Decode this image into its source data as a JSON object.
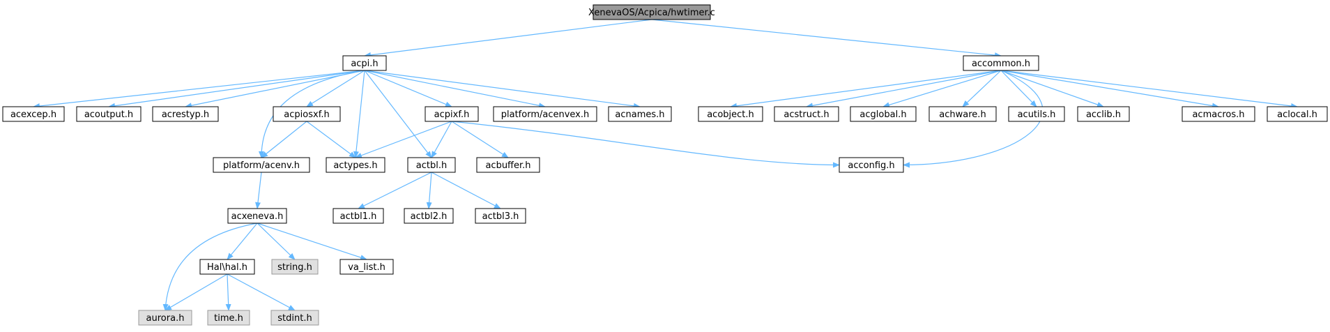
{
  "diagram": {
    "colors": {
      "edge": "#63b8ff",
      "root_fill": "#999999",
      "system_fill": "#e0e0e0",
      "node_fill": "#ffffff",
      "border_dark": "#000000",
      "border_system": "#999999"
    },
    "nodes": [
      {
        "id": "root",
        "label": "XenevaOS/Acpica/hwtimer.c",
        "kind": "root"
      },
      {
        "id": "acpi",
        "label": "acpi.h",
        "kind": "normal"
      },
      {
        "id": "accommon",
        "label": "accommon.h",
        "kind": "normal"
      },
      {
        "id": "acexcep",
        "label": "acexcep.h",
        "kind": "normal"
      },
      {
        "id": "acoutput",
        "label": "acoutput.h",
        "kind": "normal"
      },
      {
        "id": "acrestyp",
        "label": "acrestyp.h",
        "kind": "normal"
      },
      {
        "id": "acpiosxf",
        "label": "acpiosxf.h",
        "kind": "normal"
      },
      {
        "id": "acpixf",
        "label": "acpixf.h",
        "kind": "normal"
      },
      {
        "id": "platform_acenvex",
        "label": "platform/acenvex.h",
        "kind": "normal"
      },
      {
        "id": "acnames",
        "label": "acnames.h",
        "kind": "normal"
      },
      {
        "id": "acobject",
        "label": "acobject.h",
        "kind": "normal"
      },
      {
        "id": "acstruct",
        "label": "acstruct.h",
        "kind": "normal"
      },
      {
        "id": "acglobal",
        "label": "acglobal.h",
        "kind": "normal"
      },
      {
        "id": "achware",
        "label": "achware.h",
        "kind": "normal"
      },
      {
        "id": "acutils",
        "label": "acutils.h",
        "kind": "normal"
      },
      {
        "id": "acclib",
        "label": "acclib.h",
        "kind": "normal"
      },
      {
        "id": "acmacros",
        "label": "acmacros.h",
        "kind": "normal"
      },
      {
        "id": "aclocal",
        "label": "aclocal.h",
        "kind": "normal"
      },
      {
        "id": "platform_acenv",
        "label": "platform/acenv.h",
        "kind": "normal"
      },
      {
        "id": "actypes",
        "label": "actypes.h",
        "kind": "normal"
      },
      {
        "id": "actbl",
        "label": "actbl.h",
        "kind": "normal"
      },
      {
        "id": "acbuffer",
        "label": "acbuffer.h",
        "kind": "normal"
      },
      {
        "id": "acconfig",
        "label": "acconfig.h",
        "kind": "normal"
      },
      {
        "id": "acxeneva",
        "label": "acxeneva.h",
        "kind": "normal"
      },
      {
        "id": "actbl1",
        "label": "actbl1.h",
        "kind": "normal"
      },
      {
        "id": "actbl2",
        "label": "actbl2.h",
        "kind": "normal"
      },
      {
        "id": "actbl3",
        "label": "actbl3.h",
        "kind": "normal"
      },
      {
        "id": "hal",
        "label": "Hal\\hal.h",
        "kind": "normal"
      },
      {
        "id": "string",
        "label": "string.h",
        "kind": "system"
      },
      {
        "id": "va_list",
        "label": "va_list.h",
        "kind": "normal"
      },
      {
        "id": "aurora",
        "label": "aurora.h",
        "kind": "system"
      },
      {
        "id": "time",
        "label": "time.h",
        "kind": "system"
      },
      {
        "id": "stdint",
        "label": "stdint.h",
        "kind": "system"
      }
    ],
    "edges": [
      [
        "root",
        "acpi"
      ],
      [
        "root",
        "accommon"
      ],
      [
        "acpi",
        "acexcep"
      ],
      [
        "acpi",
        "acoutput"
      ],
      [
        "acpi",
        "acrestyp"
      ],
      [
        "acpi",
        "acpiosxf"
      ],
      [
        "acpi",
        "acpixf"
      ],
      [
        "acpi",
        "platform_acenvex"
      ],
      [
        "acpi",
        "acnames"
      ],
      [
        "acpi",
        "platform_acenv"
      ],
      [
        "acpi",
        "actypes"
      ],
      [
        "acpi",
        "actbl"
      ],
      [
        "accommon",
        "acobject"
      ],
      [
        "accommon",
        "acstruct"
      ],
      [
        "accommon",
        "acglobal"
      ],
      [
        "accommon",
        "achware"
      ],
      [
        "accommon",
        "acutils"
      ],
      [
        "accommon",
        "acclib"
      ],
      [
        "accommon",
        "acmacros"
      ],
      [
        "accommon",
        "aclocal"
      ],
      [
        "accommon",
        "acconfig"
      ],
      [
        "acpiosxf",
        "platform_acenv"
      ],
      [
        "acpiosxf",
        "actypes"
      ],
      [
        "acpixf",
        "actypes"
      ],
      [
        "acpixf",
        "actbl"
      ],
      [
        "acpixf",
        "acbuffer"
      ],
      [
        "acpixf",
        "acconfig"
      ],
      [
        "platform_acenv",
        "acxeneva"
      ],
      [
        "actbl",
        "actbl1"
      ],
      [
        "actbl",
        "actbl2"
      ],
      [
        "actbl",
        "actbl3"
      ],
      [
        "acxeneva",
        "hal"
      ],
      [
        "acxeneva",
        "string"
      ],
      [
        "acxeneva",
        "va_list"
      ],
      [
        "acxeneva",
        "aurora"
      ],
      [
        "hal",
        "aurora"
      ],
      [
        "hal",
        "time"
      ],
      [
        "hal",
        "stdint"
      ]
    ]
  }
}
